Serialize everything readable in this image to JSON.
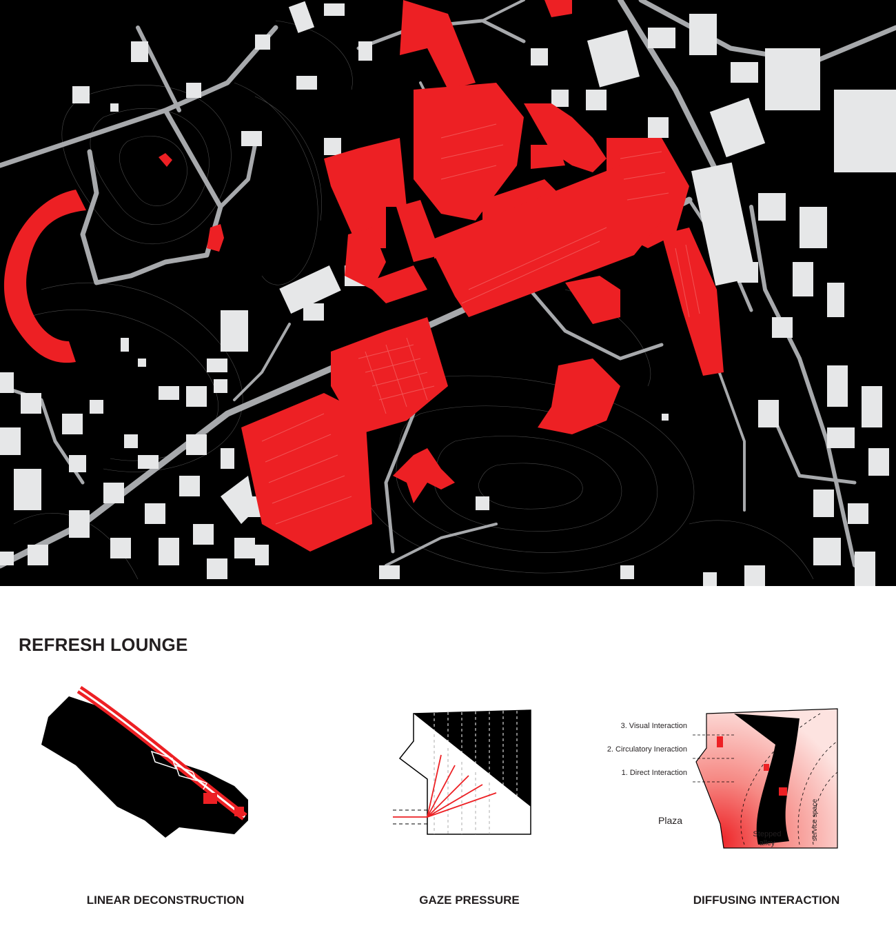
{
  "section_title": "REFRESH LOUNGE",
  "captions": {
    "linear": "LINEAR DECONSTRUCTION",
    "gaze": "GAZE PRESSURE",
    "diffusing": "DIFFUSING INTERACTION"
  },
  "diffusing_labels": {
    "visual": "3. Visual Interaction",
    "circulatory": "2. Circulatory Ineraction",
    "direct": "1.   Direct Interaction",
    "plaza": "Plaza",
    "stepped_1": "Stepped",
    "stepped_2": "alley",
    "service": "service space"
  },
  "colors": {
    "map_background": "#000000",
    "road": "#a7a9ac",
    "context_building": "#e6e7e8",
    "highlight_building": "#ed2024",
    "text": "#231f20",
    "gradient_light": "#fde3e0"
  }
}
